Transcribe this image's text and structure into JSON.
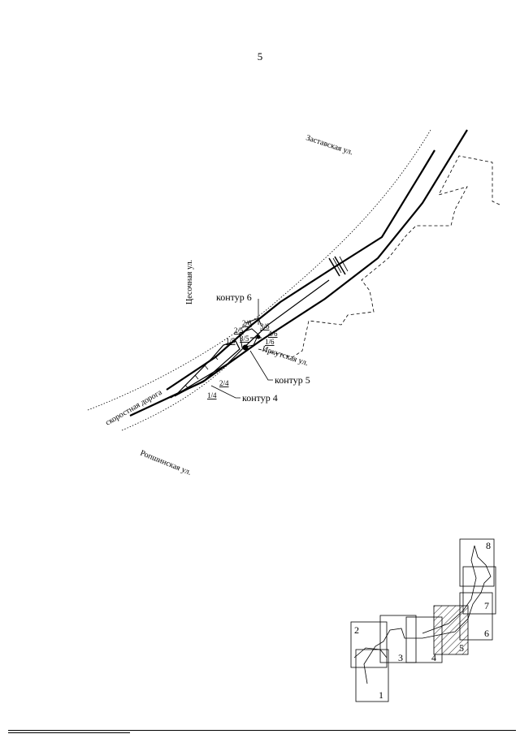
{
  "page": {
    "number": "5"
  },
  "streets": {
    "zastavskaya": "Заставская ул.",
    "tsesochnaya": "Цесочная ул.",
    "irkutskaya": "Иркутская ул.",
    "express_road": "скоростная дорога",
    "ropazhskaya": "Ропшинская ул."
  },
  "contours": {
    "c6": "контур 6",
    "c5": "контур 5",
    "c4": "контур 4"
  },
  "parcels": {
    "p2_6": "2/6",
    "p3_6": "3/6",
    "p4_6": "4/6",
    "p1_6": "1/6",
    "p2_5": "2/5",
    "p1_5": "1/5",
    "p3_5": "3/5",
    "p2_4": "2/4",
    "p1_4": "1/4"
  },
  "index_map": {
    "sheets": [
      "1",
      "2",
      "3",
      "4",
      "5",
      "6",
      "7",
      "8"
    ],
    "highlighted_sheet": "5"
  },
  "colors": {
    "ink": "#000000",
    "paper": "#ffffff"
  }
}
